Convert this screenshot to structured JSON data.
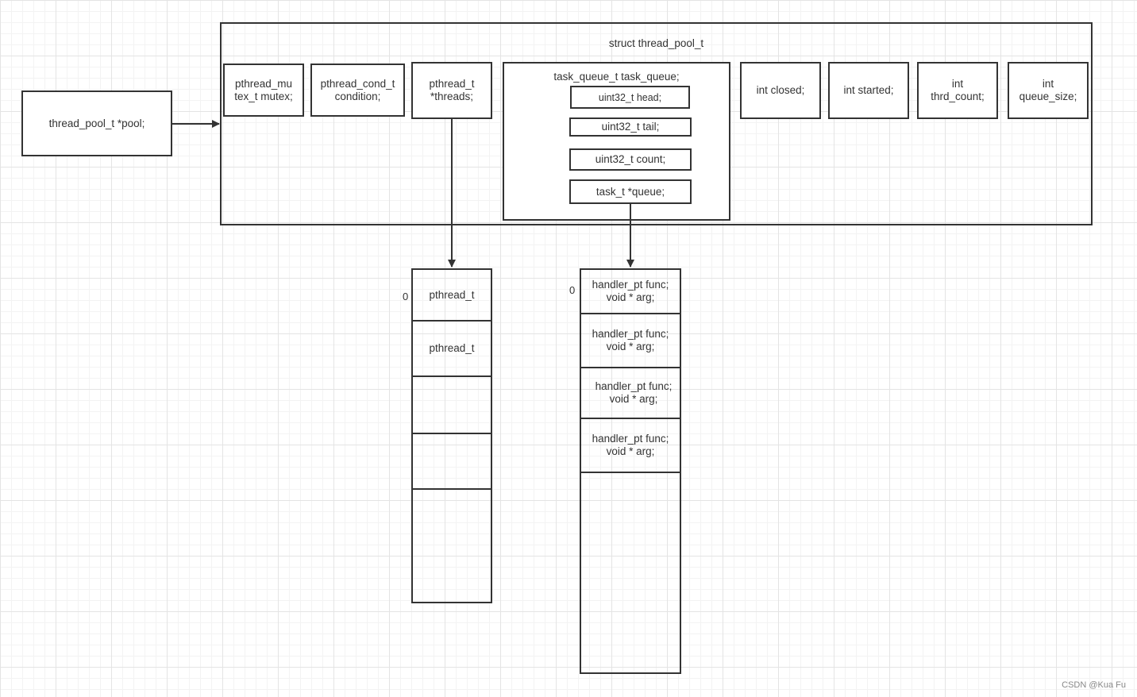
{
  "pool_pointer": "thread_pool_t *pool;",
  "struct": {
    "title": "struct thread_pool_t",
    "fields": {
      "mutex": "pthread_mu\ntex_t mutex;",
      "condition": "pthread_cond_t\ncondition;",
      "threads": "pthread_t\n*threads;",
      "closed": "int closed;",
      "started": "int started;",
      "thrd_count": "int\nthrd_count;",
      "queue_size": "int\nqueue_size;"
    },
    "task_queue": {
      "title": "task_queue_t task_queue;",
      "head": "uint32_t head;",
      "tail": "uint32_t tail;",
      "count": "uint32_t count;",
      "queue": "task_t *queue;"
    }
  },
  "threads_array": {
    "index_label": "0",
    "cells": [
      "pthread_t",
      "pthread_t",
      "",
      "",
      ""
    ]
  },
  "tasks_array": {
    "index_label": "0",
    "cells": [
      "handler_pt func;\nvoid * arg;",
      "handler_pt func;\nvoid * arg;",
      "handler_pt func;\nvoid * arg;",
      "handler_pt func;\nvoid * arg;",
      ""
    ]
  },
  "watermark": "CSDN @Kua Fu",
  "colors": {
    "stroke": "#333333",
    "grid_major": "#e4e4e4",
    "grid_minor": "#f3f3f3"
  }
}
